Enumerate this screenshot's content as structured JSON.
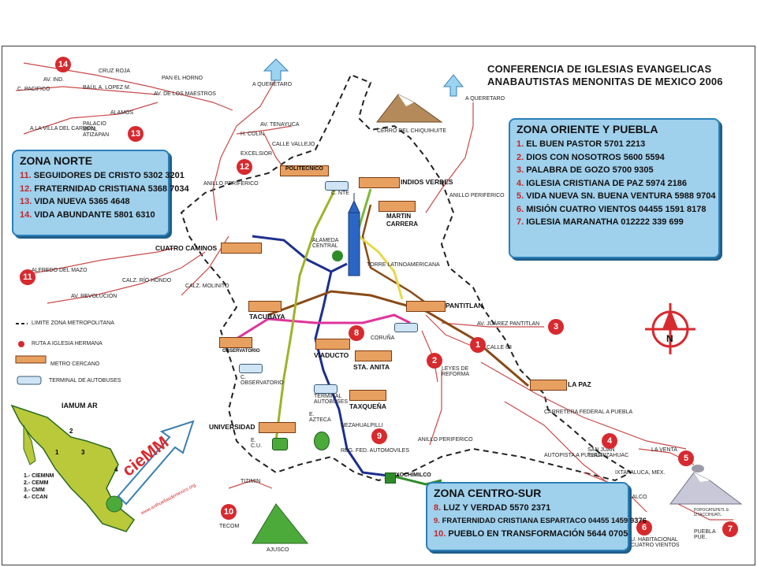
{
  "title": {
    "line1": "CONFERENCIA DE IGLESIAS EVANGELICAS",
    "line2": "ANABAUTISTAS MENONITAS DE MEXICO 2006"
  },
  "zona_norte": {
    "heading": "ZONA NORTE",
    "items": [
      {
        "num": "11.",
        "text": "SEGUIDORES DE CRISTO  5302 3201"
      },
      {
        "num": "12.",
        "text": "FRATERNIDAD CRISTIANA  5368 7034"
      },
      {
        "num": "13.",
        "text": "VIDA NUEVA  5365 4648"
      },
      {
        "num": "14.",
        "text": "VIDA ABUNDANTE  5801 6310"
      }
    ]
  },
  "zona_oriente": {
    "heading": "ZONA ORIENTE Y PUEBLA",
    "items": [
      {
        "num": "1.",
        "text": "EL BUEN PASTOR  5701 2213"
      },
      {
        "num": "2.",
        "text": "DIOS CON NOSOTROS  5600 5594"
      },
      {
        "num": "3.",
        "text": "PALABRA DE GOZO  5700 9305"
      },
      {
        "num": "4.",
        "text": "IGLESIA CRISTIANA DE PAZ  5974 2186"
      },
      {
        "num": "5.",
        "text": "VIDA NUEVA SN. BUENA VENTURA 5988 9704"
      },
      {
        "num": "6.",
        "text": "MISIÓN CUATRO VIENTOS  04455 1591 8178"
      },
      {
        "num": "7.",
        "text": "IGLESIA MARANATHA  012222 339 699"
      }
    ]
  },
  "zona_centro_sur": {
    "heading": "ZONA CENTRO-SUR",
    "items": [
      {
        "num": "8.",
        "text": "LUZ Y VERDAD  5570 2371"
      },
      {
        "num": "9.",
        "text": "FRATERNIDAD CRISTIANA ESPARTACO 04455 1459 9376"
      },
      {
        "num": "10.",
        "text": "PUEBLO EN TRANSFORMACIÓN  5644 0705"
      }
    ]
  },
  "stations": {
    "politecnico": "POLITECNICO",
    "indios_verdes": "INDIOS VERDES",
    "martin_carrera": "MARTIN CARRERA",
    "cuatro_caminos": "CUATRO CAMINOS",
    "pantitlan": "PANTITLAN",
    "tacubaya": "TACUBAYA",
    "observatorio": "OBSERVATORIO",
    "viaducto": "VIADUCTO",
    "sta_anita": "STA. ANITA",
    "la_paz": "LA PAZ",
    "taxquena": "TAXQUEÑA",
    "universidad": "UNIVERSIDAD",
    "xochimilco": "XOCHIMILCO"
  },
  "places": {
    "a_queretaro_1": "A QUERETARO",
    "a_queretaro_2": "A QUERETARO",
    "cerro": "CERRO DEL CHIQUIHUITE",
    "cruz_roja": "CRUZ ROJA",
    "pan_horno": "PAN EL HORNO",
    "av_ind": "AV. IND.",
    "av_pacifico": "C. PACIFICO",
    "blvd_lopez": "BAÚL A. LOPEZ M.",
    "av_maestros": "AV. DE LOS MAESTROS",
    "a_villa": "A LA VILLA DEL CARBON",
    "palacio": "PALACIO MPAL ATIZAPAN",
    "alamos": "ALAMOS",
    "av_tenayuca": "AV. TENAYUCA",
    "h_colin": "H. COLIN",
    "calle_vallejo": "CALLE VALLEJO",
    "excelsior": "EXCELSIOR",
    "anillo_per_n": "ANILLO PERIFERICO",
    "anillo_per_e": "ANILLO PERIFERICO",
    "c_nte": "C. NTE",
    "alameda": "ALAMEDA CENTRAL",
    "torre": "TORRE LATINOAMERICANA",
    "alfredo": "ALFREDO DEL MAZO",
    "calz_rio": "CALZ. RÍO HONDO",
    "calz_molinito": "CALZ. MOLINITO",
    "av_revolucion": "AV. REVOLUCIÓN",
    "coruna": "CORUÑA",
    "av_juarez": "AV. JUÁREZ PANTITLAN",
    "calle63": "CALLE 63",
    "leyes": "LEYES DE REFORMA",
    "c_observatorio": "C. OBSERVATORIO",
    "terminal_autobus": "TERMINAL AUTOBUSES",
    "e_azteca": "E. AZTECA",
    "nezahualpilli": "NEZAHUALPILLI",
    "reg_fed": "REG. FED. AUTOMOVILES",
    "e_cu": "E. C.U.",
    "carretera_puebla": "CARRETERA FEDERAL A PUEBLA",
    "autopista_puebla": "AUTOPISTA A PUEBLA",
    "san_juan": "SAN JUAN TLALPIZAHUAC",
    "la_venta": "LA VENTA",
    "ixtapaluca": "IXTAPALUCA, MEX.",
    "a_chalco": "A CHALCO",
    "u_habitacional": "U. HABITACIONAL CUATRO VIENTOS",
    "puebla_pue": "PUEBLA PUE.",
    "popocatepetl": "POPOCATEPETL E IZTACCIHUATL",
    "tizimin": "TIZIMIN",
    "tecom": "TECOM",
    "ajusco": "AJUSCO",
    "anillo_per_s": "ANILLO PERIFERICO"
  },
  "badges": [
    "1",
    "2",
    "3",
    "4",
    "5",
    "6",
    "7",
    "8",
    "9",
    "10",
    "11",
    "12",
    "13",
    "14"
  ],
  "legend": {
    "limite": "LIMITE ZONA METROPOLITANA",
    "ruta": "RUTA A IGLESIA HERMANA",
    "metro": "METRO CERCANO",
    "terminal": "TERMINAL DE AUTOBUSES"
  },
  "mexico_inset": {
    "heading": "IAMUM AR",
    "list": [
      "1.- CIEMNM",
      "2.- CEMM",
      "3.- CMM",
      "4.- CCAN"
    ],
    "logo_text": "cieMM",
    "url": "www.anthuellasdemexico.org"
  },
  "compass": {
    "label": "N"
  },
  "colors": {
    "zone_fill": "#9fd0ec",
    "zone_border": "#2a7fb8",
    "badge_red": "#d62a2f",
    "line_blue": "#1c2f8f",
    "line_brown": "#8a4a16",
    "line_pink": "#e0339a",
    "line_yellow": "#e7d84a",
    "line_green": "#2f8b2a",
    "line_olive": "#a0b22a",
    "road_red": "#c94a4a"
  }
}
